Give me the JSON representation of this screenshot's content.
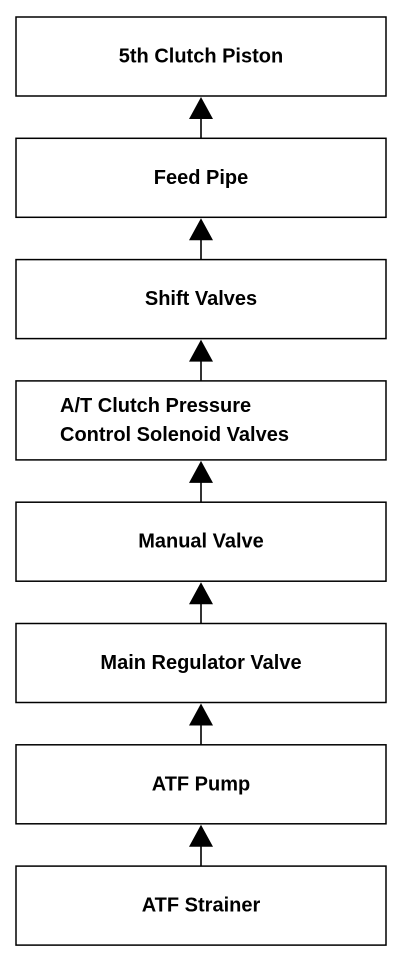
{
  "diagram": {
    "direction": "bottom-to-top",
    "stages": [
      {
        "id": "atf-strainer",
        "lines": [
          "ATF Strainer"
        ]
      },
      {
        "id": "atf-pump",
        "lines": [
          "ATF Pump"
        ]
      },
      {
        "id": "main-regulator-valve",
        "lines": [
          "Main Regulator Valve"
        ]
      },
      {
        "id": "manual-valve",
        "lines": [
          "Manual Valve"
        ]
      },
      {
        "id": "at-clutch-pressure-control-solenoid-valves",
        "lines": [
          "A/T Clutch Pressure",
          "Control Solenoid Valves"
        ]
      },
      {
        "id": "shift-valves",
        "lines": [
          "Shift Valves"
        ]
      },
      {
        "id": "feed-pipe",
        "lines": [
          "Feed Pipe"
        ]
      },
      {
        "id": "5th-clutch-piston",
        "lines": [
          "5th Clutch Piston"
        ]
      }
    ],
    "colors": {
      "box_stroke": "#000000",
      "box_fill": "#ffffff",
      "arrow": "#000000",
      "text": "#000000"
    }
  }
}
